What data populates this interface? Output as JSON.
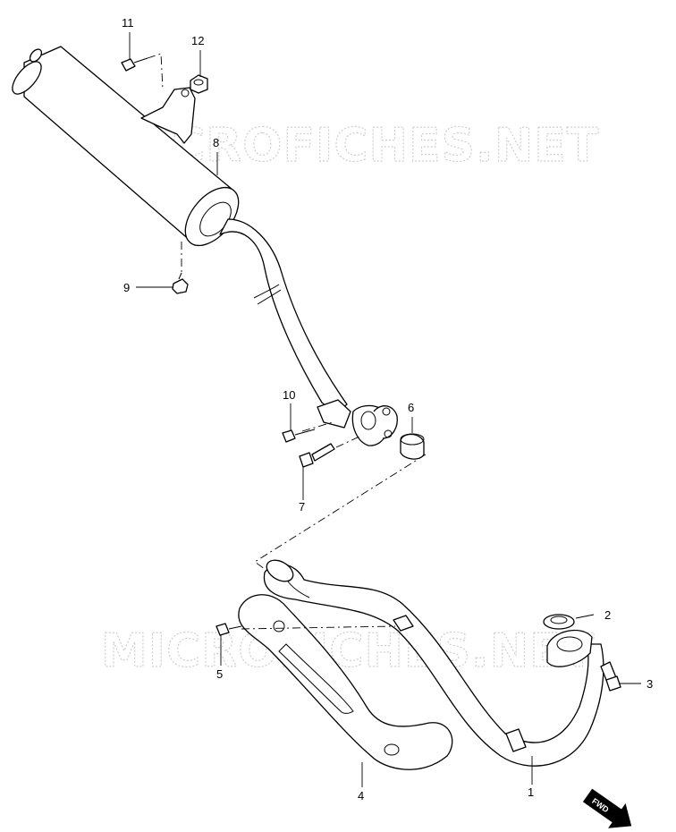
{
  "watermark": {
    "text": "MICROFICHES.NET"
  },
  "fwd_label": "FWD",
  "callouts": [
    "1",
    "2",
    "3",
    "4",
    "5",
    "6",
    "7",
    "8",
    "9",
    "10",
    "11",
    "12"
  ]
}
